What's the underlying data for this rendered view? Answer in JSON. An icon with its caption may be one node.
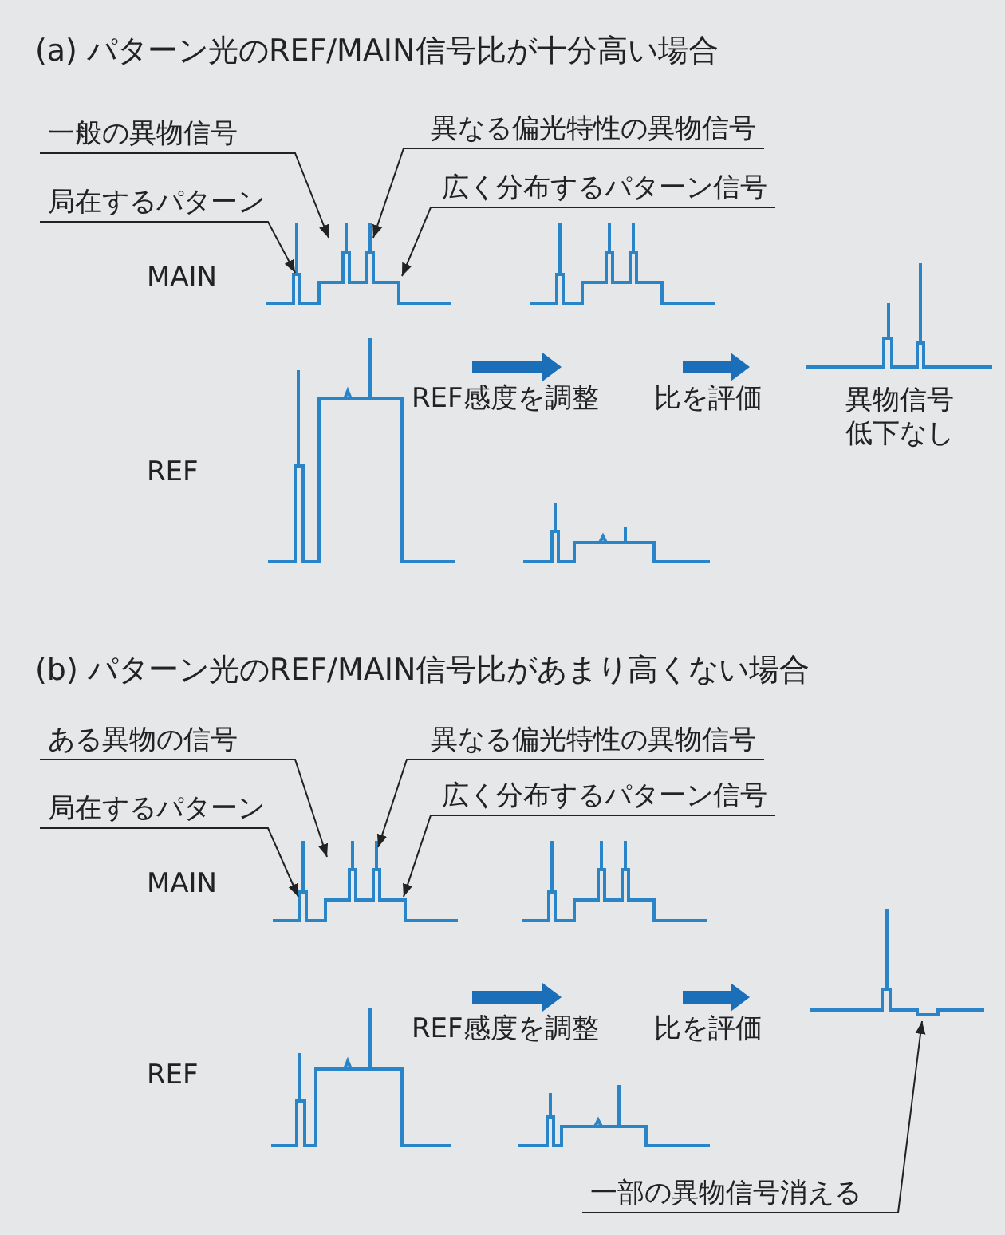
{
  "diagram": {
    "nodes": [
      {
        "text": [
          "一般の異物信号"
        ]
      },
      {
        "text": [
          "異なる偏光特性の異物信号"
        ]
      },
      {
        "text": [
          "局在するパターン"
        ]
      },
      {
        "text": [
          "広く分布するパターン信号"
        ]
      },
      {
        "text": [
          "ある異物の信号"
        ]
      },
      {
        "text": [
          "異なる偏光特性の異物信号"
        ]
      },
      {
        "text": [
          "局在するパターン"
        ]
      },
      {
        "text": [
          "広く分布するパターン信号"
        ]
      },
      {
        "text": [
          "一部の異物信号消える"
        ]
      }
    ],
    "edges": [
      {
        "from": 0,
        "to": null,
        "arrow": "to"
      },
      {
        "from": 1,
        "to": null,
        "arrow": "to"
      },
      {
        "from": 2,
        "to": null,
        "arrow": "to"
      },
      {
        "from": 3,
        "to": null,
        "arrow": "to"
      },
      {
        "from": 4,
        "to": null,
        "arrow": "to"
      },
      {
        "from": 5,
        "to": null,
        "arrow": "to"
      },
      {
        "from": 6,
        "to": null,
        "arrow": "to"
      },
      {
        "from": 7,
        "to": null,
        "arrow": "to"
      },
      {
        "from": 8,
        "to": null,
        "arrow": "to"
      }
    ],
    "labels": [
      "(a) パターン光のREF/MAIN信号比が十分高い場合",
      "MAIN",
      "REF感度を調整",
      "比を評価",
      "異物信号低下なし",
      "REF",
      "(b) パターン光のREF/MAIN信号比があまり高くない場合",
      "MAIN",
      "REF感度を調整",
      "比を評価",
      "REF"
    ]
  }
}
